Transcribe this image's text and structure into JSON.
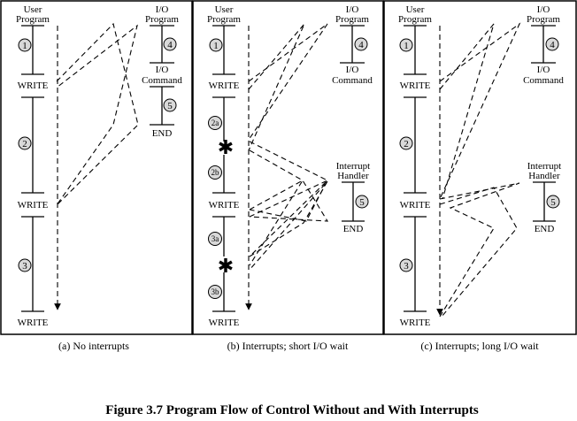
{
  "figure_caption": "Figure 3.7  Program Flow of Control Without and With Interrupts",
  "colors": {
    "line": "#000000",
    "node_fill": "#d9d9d9",
    "background": "#ffffff"
  },
  "panels": [
    {
      "caption": "(a) No interrupts",
      "user_program_title": [
        "User",
        "Program"
      ],
      "io_program_title": [
        "I/O",
        "Program"
      ],
      "io_command_label": [
        "I/O",
        "Command"
      ],
      "user_nodes": [
        "1",
        "2",
        "3"
      ],
      "io_nodes": [
        "4",
        "5"
      ],
      "write_labels": [
        "WRITE",
        "WRITE",
        "WRITE"
      ],
      "end_label": "END"
    },
    {
      "caption": "(b) Interrupts; short I/O wait",
      "user_program_title": [
        "User",
        "Program"
      ],
      "io_program_title": [
        "I/O",
        "Program"
      ],
      "io_command_label": [
        "I/O",
        "Command"
      ],
      "user_nodes": [
        "1",
        "2a",
        "2b",
        "3a",
        "3b"
      ],
      "io_nodes": [
        "4"
      ],
      "write_labels": [
        "WRITE",
        "WRITE",
        "WRITE"
      ],
      "handler_title": [
        "Interrupt",
        "Handler"
      ],
      "handler_nodes": [
        "5"
      ],
      "end_label": "END",
      "interrupt_symbol": "✱"
    },
    {
      "caption": "(c) Interrupts; long I/O wait",
      "user_program_title": [
        "User",
        "Program"
      ],
      "io_program_title": [
        "I/O",
        "Program"
      ],
      "io_command_label": [
        "I/O",
        "Command"
      ],
      "user_nodes": [
        "1",
        "2",
        "3"
      ],
      "io_nodes": [
        "4"
      ],
      "write_labels": [
        "WRITE",
        "WRITE",
        "WRITE"
      ],
      "handler_title": [
        "Interrupt",
        "Handler"
      ],
      "handler_nodes": [
        "5"
      ],
      "end_label": "END"
    }
  ]
}
